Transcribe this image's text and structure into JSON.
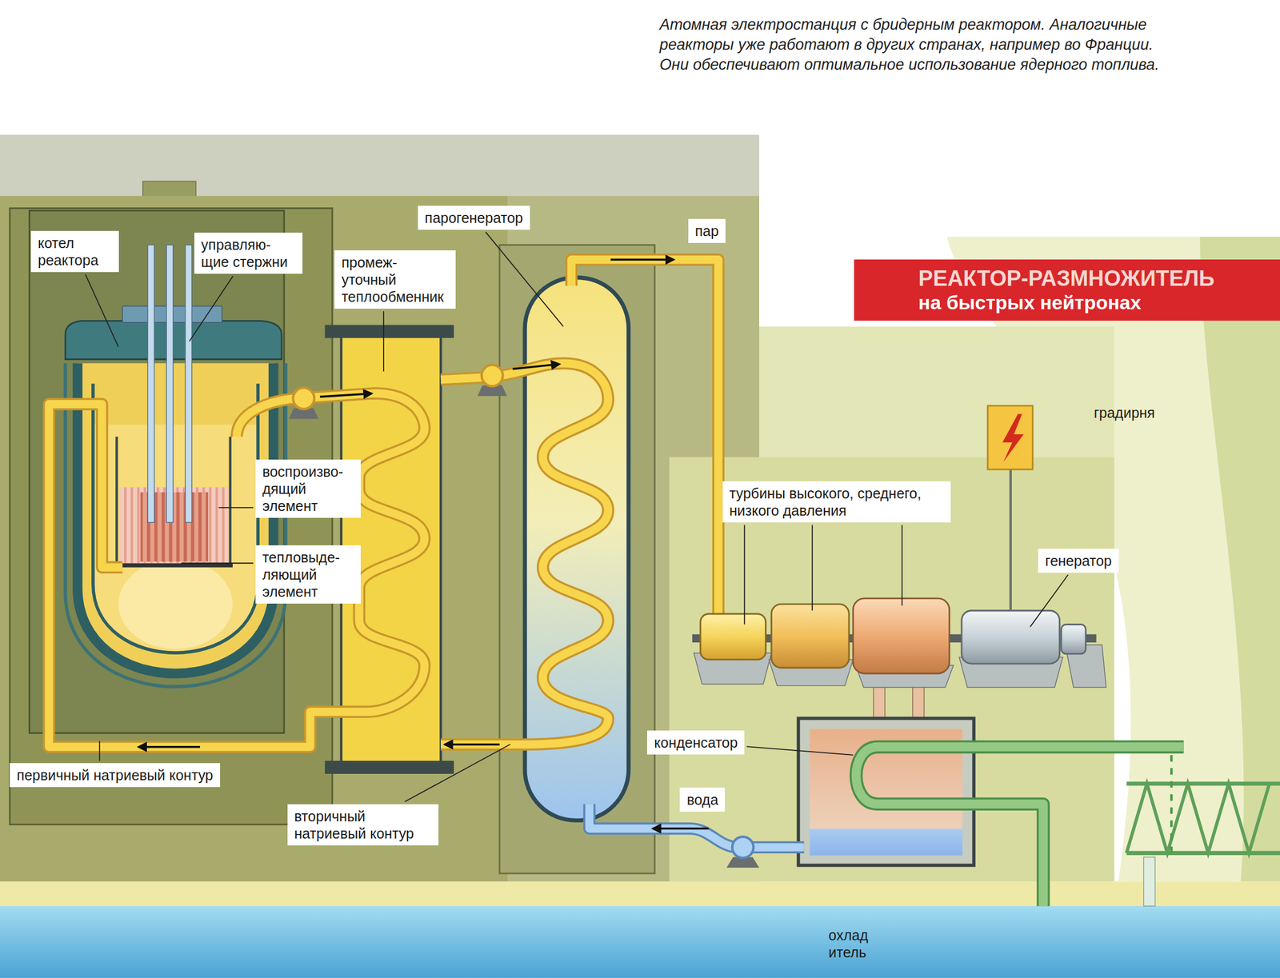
{
  "diagram": {
    "caption": "Атомная электростанция с бридерным реактором. Аналогичные реакторы уже работают в других странах, например во Франции. Они обеспечивают оптимальное использование ядерного топлива.",
    "nodes": [
      {
        "text": [
          "котел реактора"
        ]
      },
      {
        "text": [
          "управляю- щие стержни"
        ]
      },
      {
        "text": [
          "промеж- уточный теплообменник"
        ]
      },
      {
        "text": [
          "парогенератор"
        ]
      },
      {
        "text": [
          "пар"
        ]
      },
      {
        "text": [
          "РЕАКТОР-РАЗМНОЖИТЕЛЬ",
          "на быстрых нейтронах"
        ]
      },
      {
        "text": [
          "воспроизво- дящий элемент"
        ]
      },
      {
        "text": [
          "тепловыде- ляющий элемент"
        ]
      },
      {
        "text": [
          "турбины высокого, среднего, низкого давления"
        ]
      },
      {
        "text": [
          "генератор"
        ]
      },
      {
        "text": [
          "конденсатор"
        ]
      },
      {
        "text": [
          "первичный натриевый контур"
        ]
      },
      {
        "text": [
          "вода"
        ]
      },
      {
        "text": [
          "вторичный натриевый контур"
        ]
      }
    ],
    "labels": [
      "градирня",
      "охлад итель"
    ]
  }
}
